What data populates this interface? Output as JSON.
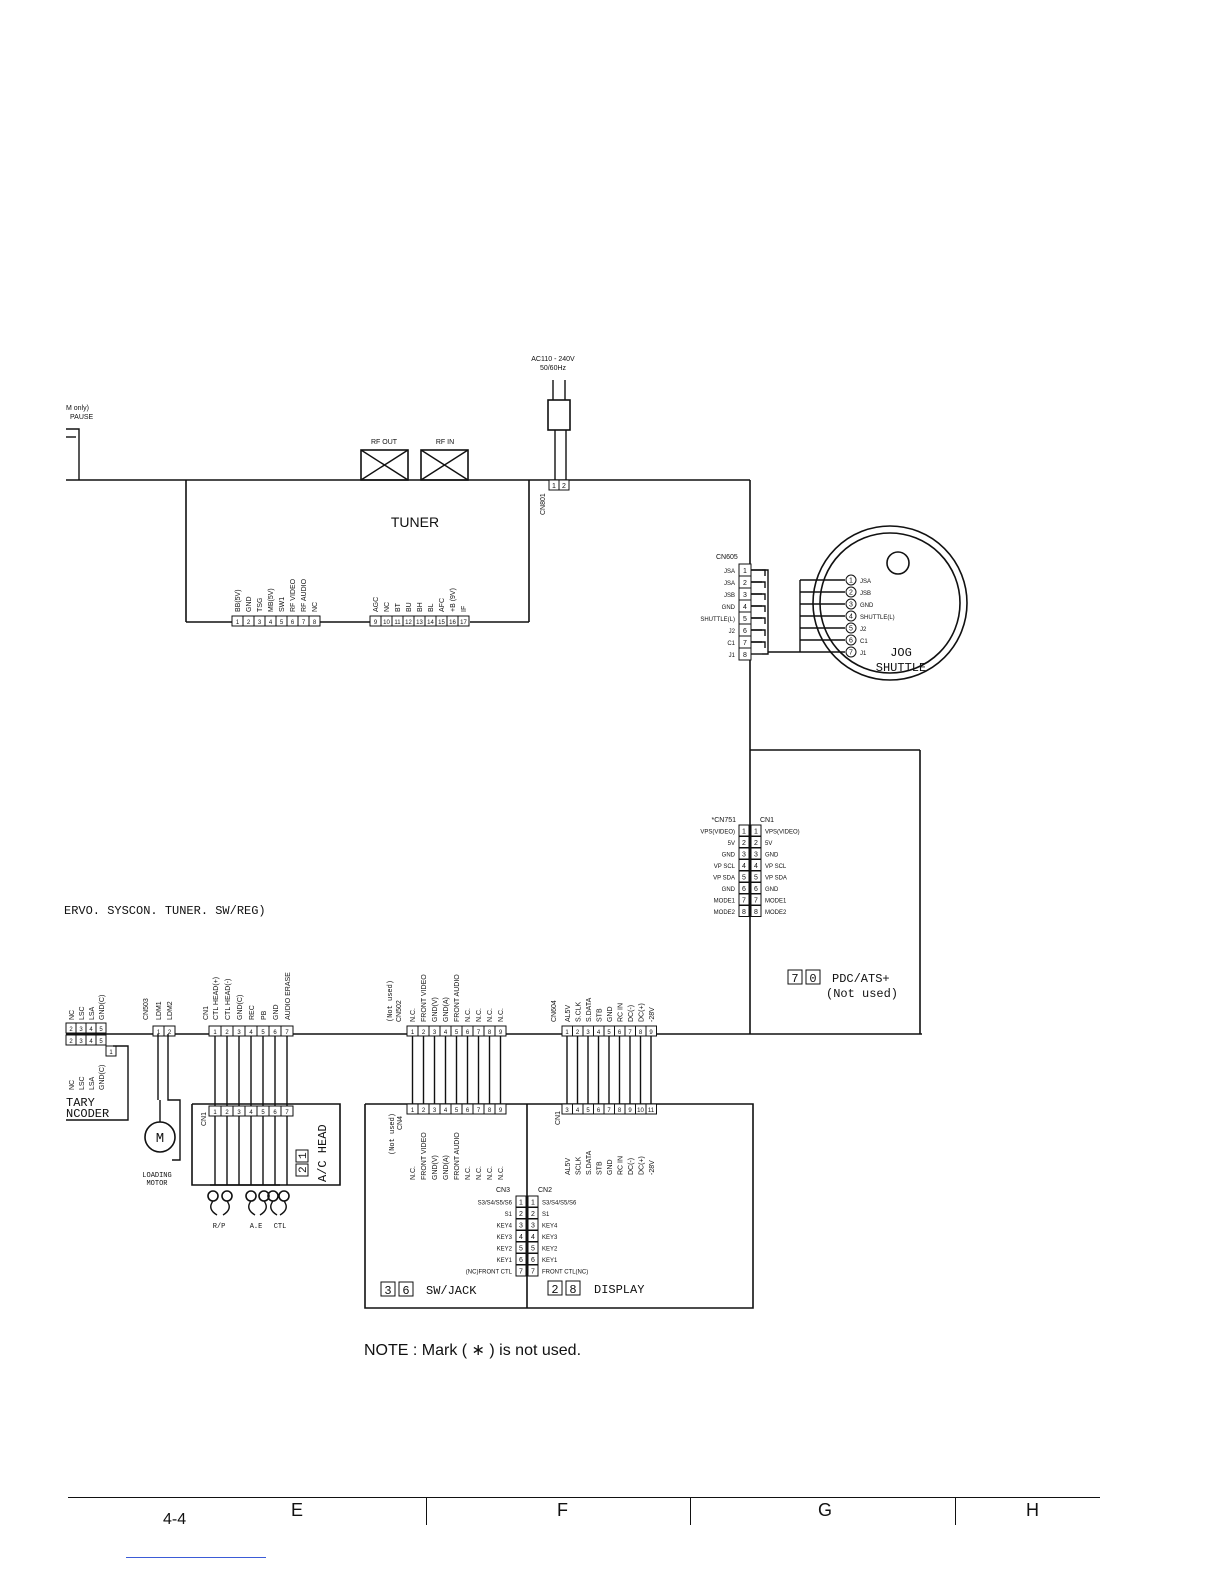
{
  "power": {
    "line1": "AC110 - 240V",
    "line2": "50/60Hz"
  },
  "left_fragment": {
    "line1": "M only)",
    "line2": "PAUSE"
  },
  "rf": {
    "out": "RF OUT",
    "in": "RF IN"
  },
  "cn801": {
    "label": "CN801",
    "pins": [
      "1",
      "2"
    ]
  },
  "tuner": {
    "title": "TUNER",
    "pins_a": [
      {
        "n": "1",
        "label": "BB(5V)"
      },
      {
        "n": "2",
        "label": "GND"
      },
      {
        "n": "3",
        "label": "TSG"
      },
      {
        "n": "4",
        "label": "MB(5V)"
      },
      {
        "n": "5",
        "label": "SW1"
      },
      {
        "n": "6",
        "label": "RF VIDEO"
      },
      {
        "n": "7",
        "label": "RF AUDIO"
      },
      {
        "n": "8",
        "label": "NC"
      }
    ],
    "pins_b": [
      {
        "n": "9",
        "label": "AGC"
      },
      {
        "n": "10",
        "label": "NC"
      },
      {
        "n": "11",
        "label": "BT"
      },
      {
        "n": "12",
        "label": "BU"
      },
      {
        "n": "13",
        "label": "BH"
      },
      {
        "n": "14",
        "label": "BL"
      },
      {
        "n": "15",
        "label": "AFC"
      },
      {
        "n": "16",
        "label": "+B (9V)"
      },
      {
        "n": "17",
        "label": "IF"
      }
    ]
  },
  "cn605": {
    "label": "CN605",
    "pins": [
      {
        "n": "1",
        "label": "JSA"
      },
      {
        "n": "2",
        "label": "JSA"
      },
      {
        "n": "3",
        "label": "JSB"
      },
      {
        "n": "4",
        "label": "GND"
      },
      {
        "n": "5",
        "label": "SHUTTLE(L)"
      },
      {
        "n": "6",
        "label": "J2"
      },
      {
        "n": "7",
        "label": "C1"
      },
      {
        "n": "8",
        "label": "J1"
      }
    ]
  },
  "jog": {
    "pins": [
      {
        "n": "1",
        "label": "JSA"
      },
      {
        "n": "2",
        "label": "JSB"
      },
      {
        "n": "3",
        "label": "GND"
      },
      {
        "n": "4",
        "label": "SHUTTLE(L)"
      },
      {
        "n": "5",
        "label": "J2"
      },
      {
        "n": "6",
        "label": "C1"
      },
      {
        "n": "7",
        "label": "J1"
      }
    ],
    "line1": "JOG",
    "line2": "SHUTTLE"
  },
  "cn751": {
    "label_left": "*CN751",
    "label_right": "CN1",
    "rows": [
      {
        "n": "1",
        "left": "VPS(VIDEO)",
        "right": "VPS(VIDEO)"
      },
      {
        "n": "2",
        "left": "5V",
        "right": "5V"
      },
      {
        "n": "3",
        "left": "GND",
        "right": "GND"
      },
      {
        "n": "4",
        "left": "VP SCL",
        "right": "VP SCL"
      },
      {
        "n": "5",
        "left": "VP SDA",
        "right": "VP SDA"
      },
      {
        "n": "6",
        "left": "GND",
        "right": "GND"
      },
      {
        "n": "7",
        "left": "MODE1",
        "right": "MODE1"
      },
      {
        "n": "8",
        "left": "MODE2",
        "right": "MODE2"
      }
    ]
  },
  "pdc": {
    "num1": "7",
    "num2": "0",
    "line1": "PDC/ATS+",
    "line2": "(Not used)"
  },
  "main_board_label": "ERVO. SYSCON. TUNER. SW/REG)",
  "left_conn": {
    "top_labels": [
      "NC",
      "LSC",
      "LSA",
      "GND(C)"
    ],
    "top_pins": [
      "2",
      "3",
      "4",
      "5"
    ],
    "bottom_pins": [
      "2",
      "3",
      "4",
      "5"
    ],
    "bottom_labels": [
      "NC",
      "LSC",
      "LSA",
      "GND(C)"
    ],
    "lead_pin": "1"
  },
  "rotary": {
    "line1": "TARY",
    "line2": "NCODER"
  },
  "cn503": {
    "label": "CN503",
    "pins": [
      {
        "n": "1",
        "label": "LDM1"
      },
      {
        "n": "2",
        "label": "LDM2"
      }
    ]
  },
  "loading_motor": {
    "symbol": "M",
    "line1": "LOADING",
    "line2": "MOTOR"
  },
  "ac_cn1": {
    "label": "CN1",
    "pins": [
      {
        "n": "1",
        "label": "CTL HEAD(+)"
      },
      {
        "n": "2",
        "label": "CTL HEAD(-)"
      },
      {
        "n": "3",
        "label": "GND(C)"
      },
      {
        "n": "4",
        "label": "REC"
      },
      {
        "n": "5",
        "label": "PB"
      },
      {
        "n": "6",
        "label": "GND"
      },
      {
        "n": "7",
        "label": "AUDIO ERASE"
      }
    ]
  },
  "ac_head": {
    "label_cn": "CN1",
    "num1": "1",
    "num2": "2",
    "name": "A/C HEAD",
    "coil1": "R/P",
    "coil2": "A.E",
    "coil3": "CTL"
  },
  "cn502": {
    "label": "CN502",
    "note": "(Not used)",
    "pins": [
      {
        "n": "1",
        "label": "N.C."
      },
      {
        "n": "2",
        "label": "FRONT VIDEO"
      },
      {
        "n": "3",
        "label": "GND(V)"
      },
      {
        "n": "4",
        "label": "GND(A)"
      },
      {
        "n": "5",
        "label": "FRONT AUDIO"
      },
      {
        "n": "6",
        "label": "N.C."
      },
      {
        "n": "7",
        "label": "N.C."
      },
      {
        "n": "8",
        "label": "N.C."
      },
      {
        "n": "9",
        "label": "N.C."
      }
    ]
  },
  "cn604": {
    "label": "CN604",
    "pins": [
      {
        "n": "1",
        "label": "AL5V"
      },
      {
        "n": "2",
        "label": "S.CLK"
      },
      {
        "n": "3",
        "label": "S.DATA"
      },
      {
        "n": "4",
        "label": "STB"
      },
      {
        "n": "5",
        "label": "GND"
      },
      {
        "n": "6",
        "label": "RC IN"
      },
      {
        "n": "7",
        "label": "DC(-)"
      },
      {
        "n": "8",
        "label": "DC(+)"
      },
      {
        "n": "9",
        "label": "-28V"
      }
    ]
  },
  "sw_cn4": {
    "label": "CN4",
    "note": "(Not used)",
    "pins": [
      {
        "n": "1",
        "label": "N.C."
      },
      {
        "n": "2",
        "label": "FRONT VIDEO"
      },
      {
        "n": "3",
        "label": "GND(V)"
      },
      {
        "n": "4",
        "label": "GND(A)"
      },
      {
        "n": "5",
        "label": "FRONT AUDIO"
      },
      {
        "n": "6",
        "label": "N.C."
      },
      {
        "n": "7",
        "label": "N.C."
      },
      {
        "n": "8",
        "label": "N.C."
      },
      {
        "n": "9",
        "label": "N.C."
      }
    ]
  },
  "disp_cn1": {
    "label": "CN1",
    "pins": [
      {
        "n": "3",
        "label": "AL5V"
      },
      {
        "n": "4",
        "label": "SCLK"
      },
      {
        "n": "5",
        "label": "S.DATA"
      },
      {
        "n": "6",
        "label": "STB"
      },
      {
        "n": "7",
        "label": "GND"
      },
      {
        "n": "8",
        "label": "RC IN"
      },
      {
        "n": "9",
        "label": "DC(-)"
      },
      {
        "n": "10",
        "label": "DC(+)"
      },
      {
        "n": "11",
        "label": "-28V"
      }
    ]
  },
  "cn3cn2": {
    "label_left": "CN3",
    "label_right": "CN2",
    "rows": [
      {
        "n": "1",
        "left": "S3/S4/S5/S6",
        "right": "S3/S4/S5/S6"
      },
      {
        "n": "2",
        "left": "S1",
        "right": "S1"
      },
      {
        "n": "3",
        "left": "KEY4",
        "right": "KEY4"
      },
      {
        "n": "4",
        "left": "KEY3",
        "right": "KEY3"
      },
      {
        "n": "5",
        "left": "KEY2",
        "right": "KEY2"
      },
      {
        "n": "6",
        "left": "KEY1",
        "right": "KEY1"
      },
      {
        "n": "7",
        "left": "(NC)FRONT CTL",
        "right": "FRONT CTL(NC)"
      }
    ]
  },
  "swjack": {
    "num1": "3",
    "num2": "6",
    "name": "SW/JACK"
  },
  "display": {
    "num1": "2",
    "num2": "8",
    "name": "DISPLAY"
  },
  "note": "NOTE : Mark ( ∗ ) is not used.",
  "footer": {
    "page": "4-4",
    "cols": [
      "E",
      "F",
      "G",
      "H"
    ]
  }
}
